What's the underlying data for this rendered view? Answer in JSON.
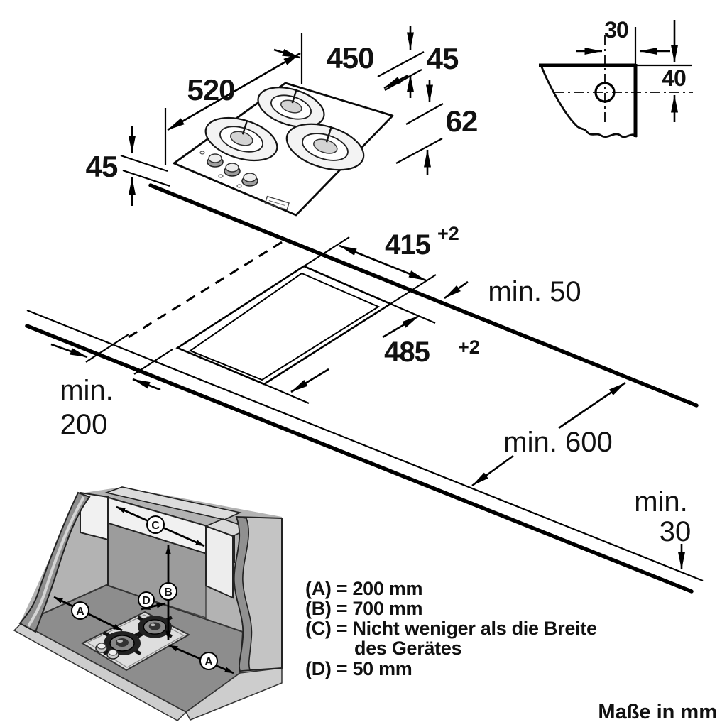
{
  "hob_view": {
    "dim_depth": "520",
    "dim_width": "450",
    "dim_height_left": "45",
    "dim_height_right": "45",
    "dim_total_height": "62"
  },
  "corner_detail": {
    "dim_hole_offset": "30",
    "dim_hole_depth": "40"
  },
  "installation_view": {
    "dim_cutout_width": "415",
    "dim_cutout_width_tolerance": "+2",
    "dim_cutout_depth": "485",
    "dim_cutout_depth_tolerance": "+2",
    "dim_rear_clearance": "min. 50",
    "dim_side_clearance_line1": "min.",
    "dim_side_clearance_line2": "200",
    "dim_worktop_depth": "min. 600",
    "dim_front_clearance_line1": "min.",
    "dim_front_clearance_line2": "30"
  },
  "niche_view": {
    "label_a": "A",
    "label_b": "B",
    "label_c": "C",
    "label_d": "D"
  },
  "legend": {
    "rows": [
      {
        "text": "(A) = 200 mm"
      },
      {
        "text": "(B) = 700 mm"
      },
      {
        "text": "(C) = Nicht weniger als die Breite"
      },
      {
        "text": "des Gerätes"
      },
      {
        "text": "(D) = 50 mm"
      }
    ]
  },
  "footer": {
    "units_note": "Maße in mm"
  },
  "colors": {
    "line": "#000000",
    "niche_floor": "#8d8d8d",
    "niche_wall": "#b3b3b3",
    "niche_band": "#8f8f8f",
    "cabinet_face": "#f1f1f1",
    "hob_panel": "#dedede"
  }
}
